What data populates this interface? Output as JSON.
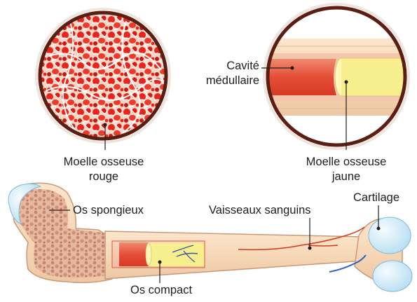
{
  "labels": {
    "red_marrow_line1": "Moelle osseuse",
    "red_marrow_line2": "rouge",
    "cavity_line1": "Cavité",
    "cavity_line2": "médullaire",
    "yellow_marrow_line1": "Moelle osseuse",
    "yellow_marrow_line2": "jaune",
    "spongy_bone": "Os spongieux",
    "blood_vessels": "Vaisseaux sanguins",
    "cartilage": "Cartilage",
    "compact_bone": "Os compact"
  },
  "colors": {
    "red_marrow": "#e8241c",
    "yellow_marrow": "#f7ef8e",
    "bone": "#f6dcc0",
    "bone_edge": "#c89a7a",
    "cartilage": "#d4eef9",
    "vessel_red": "#d43a20",
    "vessel_blue": "#2a62c8",
    "frame": "#5a1f12"
  }
}
